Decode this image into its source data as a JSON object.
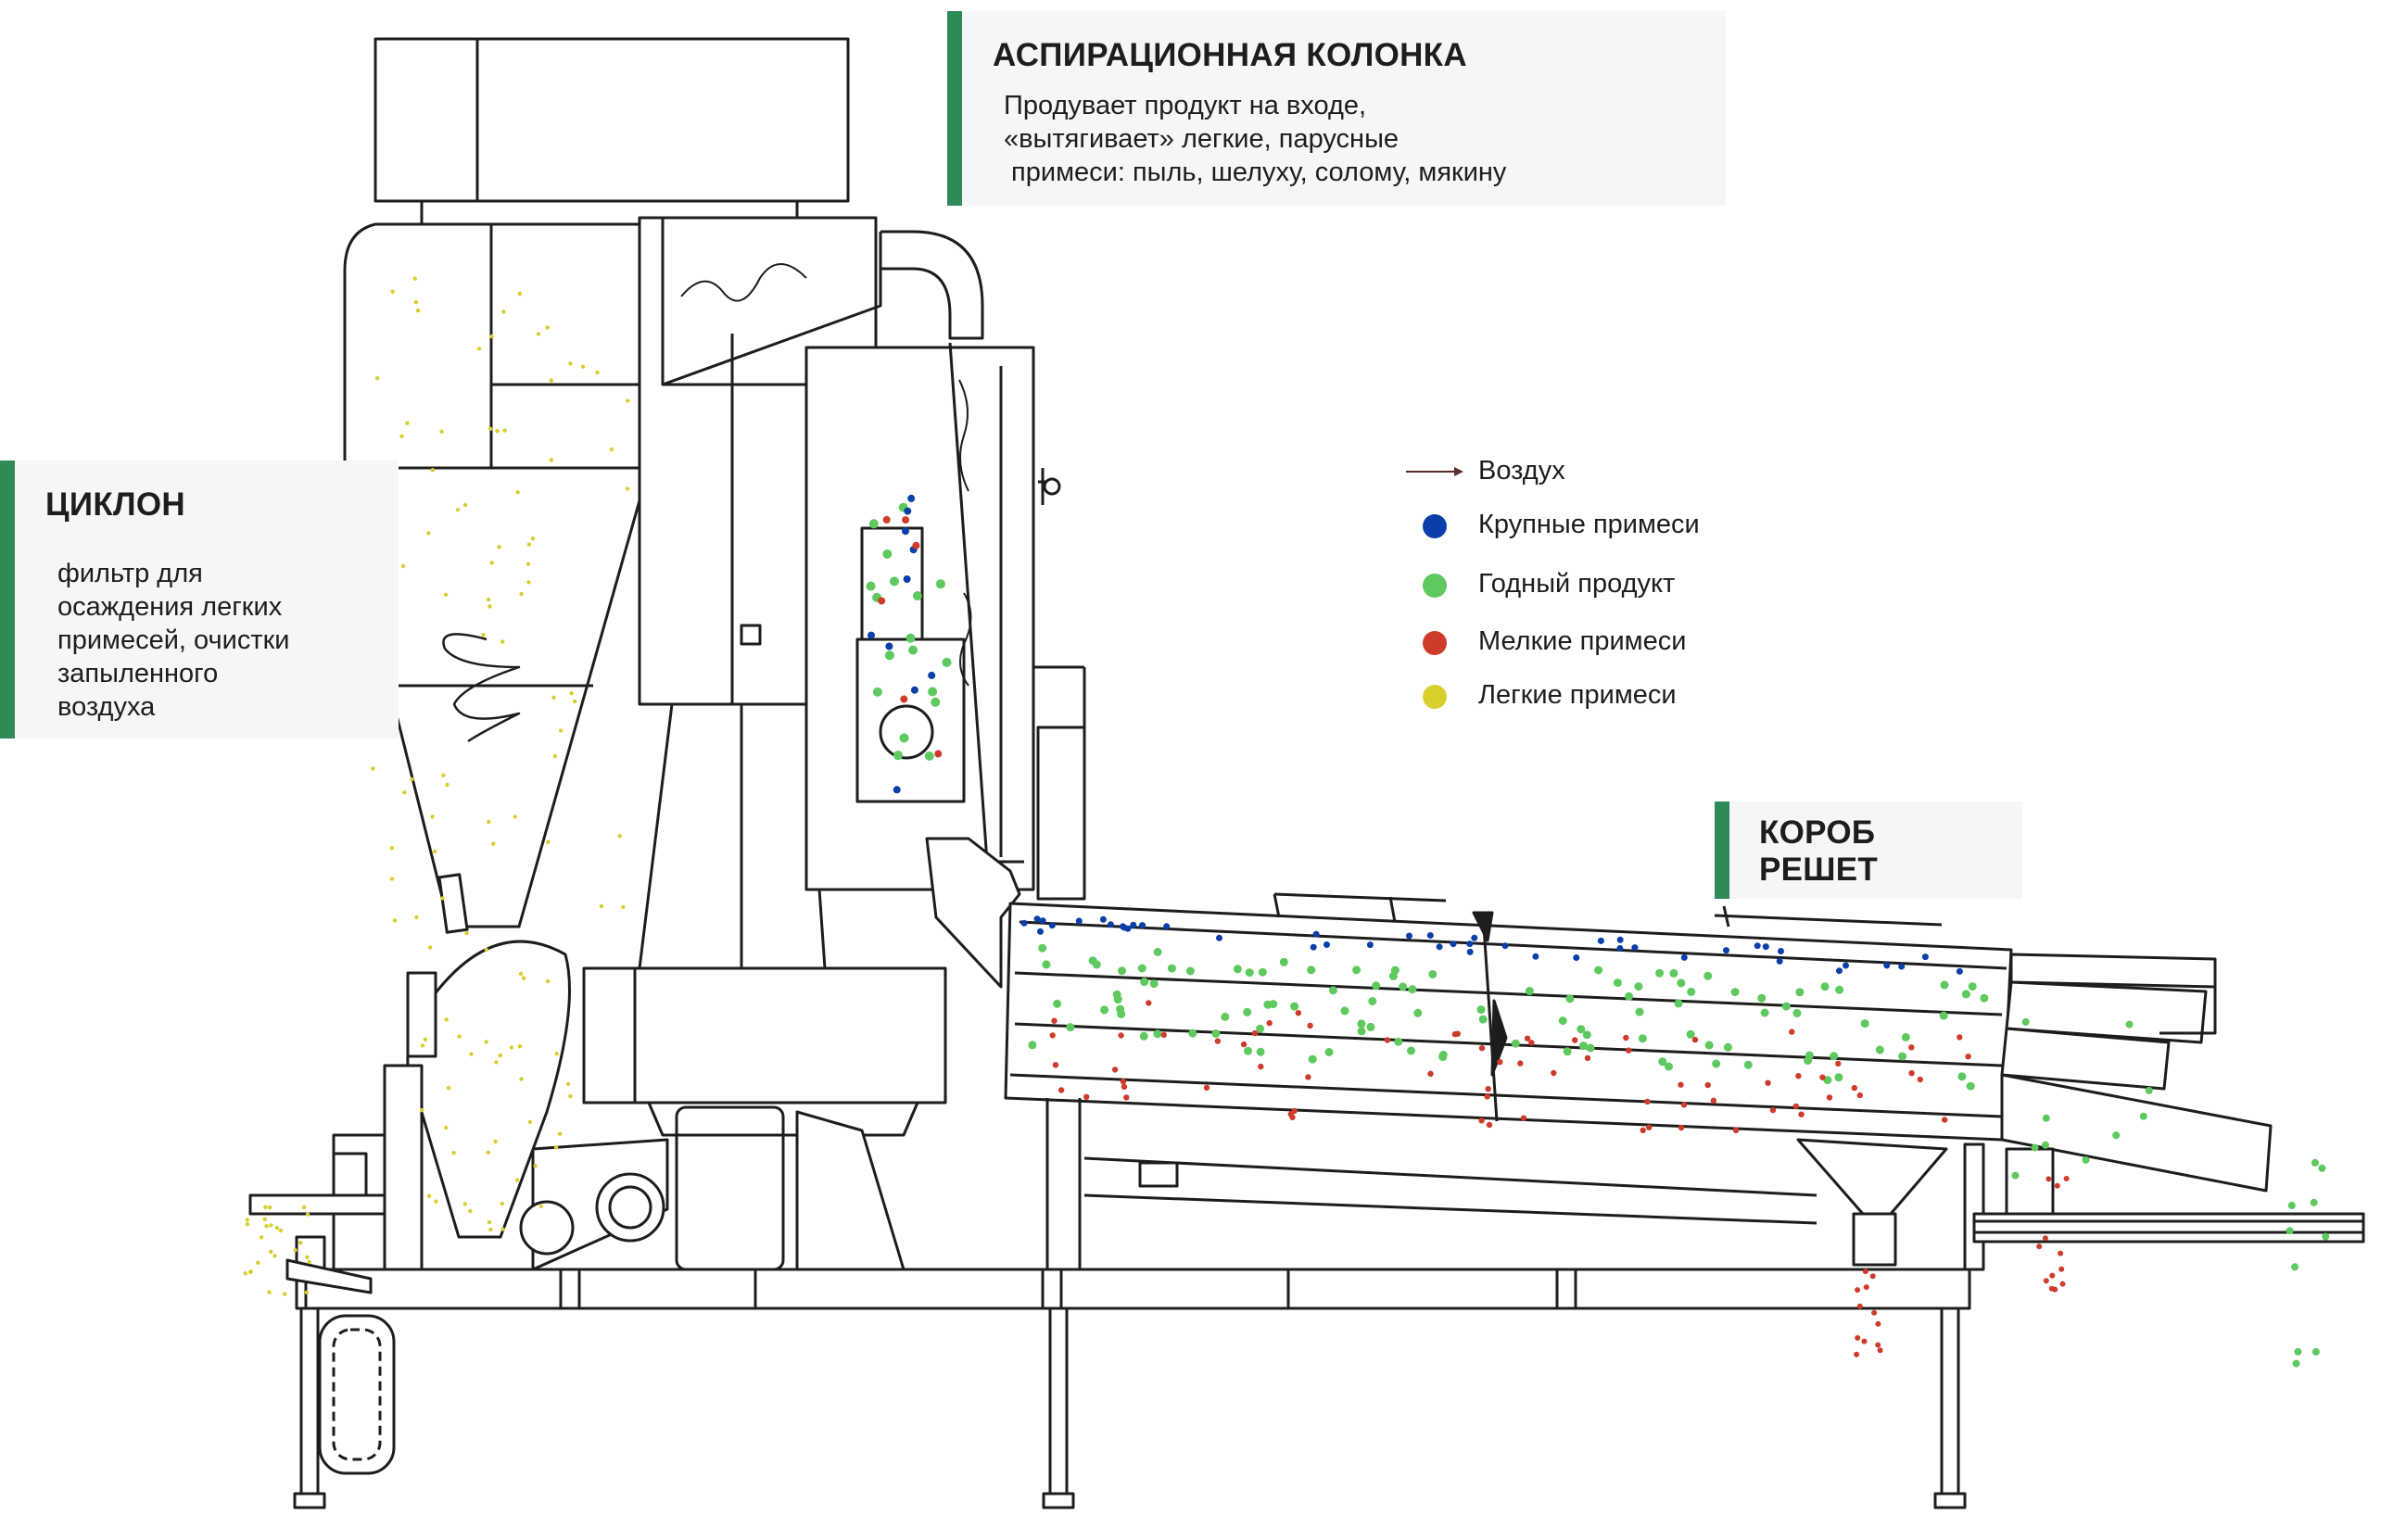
{
  "callouts": {
    "aspiration": {
      "title": "АСПИРАЦИОННАЯ КОЛОНКА",
      "lines": [
        "Продувает продукт на входе,",
        "«вытягивает» легкие, парусные",
        " примеси: пыль, шелуху, солому, мякину"
      ]
    },
    "cyclone": {
      "title": "ЦИКЛОН",
      "lines": [
        "фильтр для",
        "осаждения легких",
        "примесей, очистки",
        "запыленного",
        "воздуха"
      ]
    },
    "sieve_box": {
      "title_lines": [
        "КОРОБ",
        "РЕШЕТ"
      ]
    }
  },
  "legend": {
    "items": [
      {
        "key": "air",
        "label": "Воздух",
        "symbol": "arrow",
        "color": "#5b2a2a"
      },
      {
        "key": "large",
        "label": "Крупные примеси",
        "symbol": "dot",
        "color": "#0a3ea8"
      },
      {
        "key": "good",
        "label": "Годный продукт",
        "symbol": "dot",
        "color": "#5ec95e"
      },
      {
        "key": "small",
        "label": "Мелкие примеси",
        "symbol": "dot",
        "color": "#cf3b2b"
      },
      {
        "key": "light",
        "label": "Легкие примеси",
        "symbol": "dot",
        "color": "#d8cf2e"
      }
    ]
  },
  "colors": {
    "accent": "#2e8a57",
    "panel_bg": "#f5f6f7",
    "line": "#1d1d1b"
  }
}
